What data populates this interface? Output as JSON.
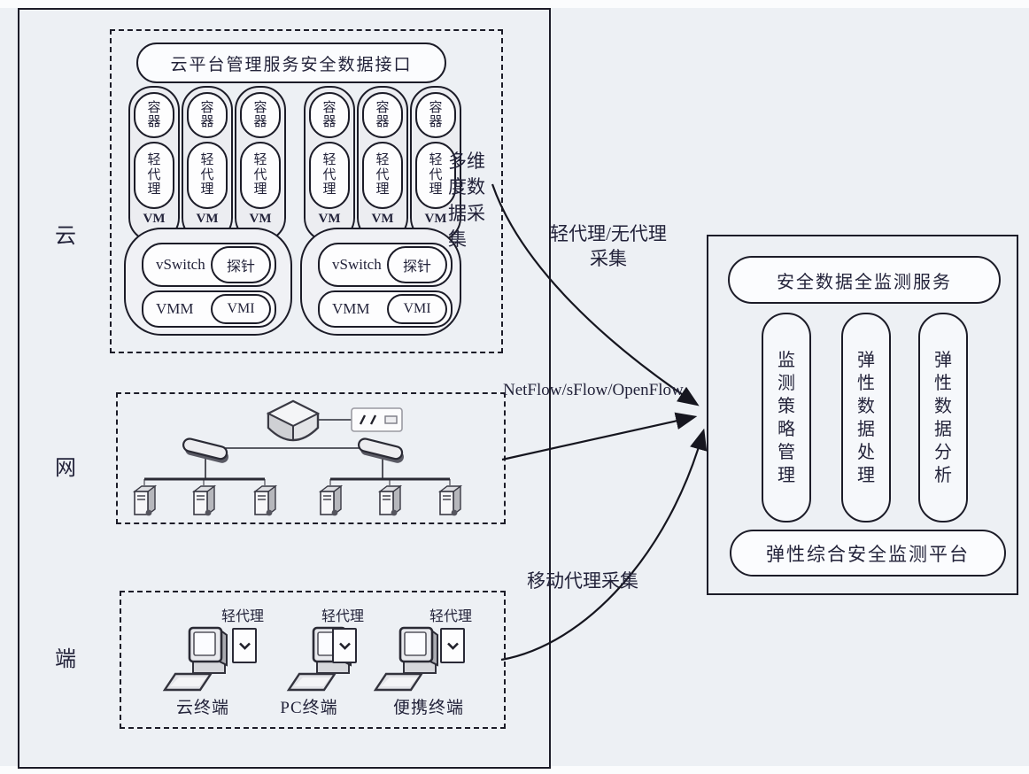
{
  "zones": {
    "cloud": "云",
    "network": "网",
    "endpoint": "端"
  },
  "cloud": {
    "interface_title": "云平台管理服务安全数据接口",
    "column": {
      "container": "容器",
      "agent": "轻代理",
      "vm": "VM"
    },
    "group": {
      "vswitch": "vSwitch",
      "probe": "探针",
      "vmm": "VMM",
      "vmi": "VMI"
    },
    "side_label": "多维度数据采集"
  },
  "flows": {
    "cloud_label": "轻代理/无代理采集",
    "network_label": "NetFlow/sFlow/OpenFlow",
    "endpoint_label": "移动代理采集"
  },
  "endpoint": {
    "agent_label": "轻代理",
    "terminals": [
      "云终端",
      "PC终端",
      "便携终端"
    ]
  },
  "platform": {
    "title": "安全数据全监测服务",
    "pills": [
      "监测策略管理",
      "弹性数据处理",
      "弹性数据分析"
    ],
    "footer": "弹性综合安全监测平台"
  },
  "colors": {
    "ink": "#1c1c28",
    "background": "#edf0f4"
  }
}
